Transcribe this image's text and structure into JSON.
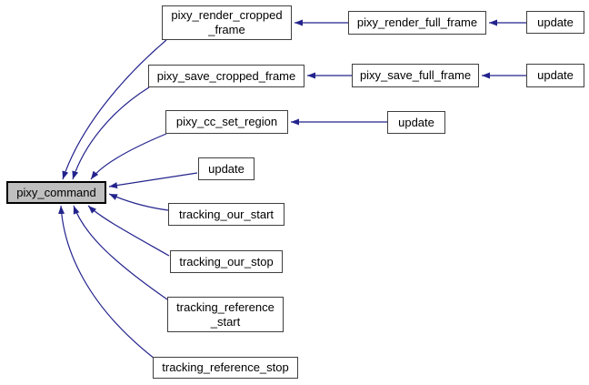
{
  "diagram": {
    "kind": "doxygen-caller-graph",
    "colors": {
      "bg": "#ffffff",
      "edge": "#23238d",
      "node_fill": "#ffffff",
      "node_border": "#3f3f3f",
      "highlight_fill": "#bfbfbf",
      "highlight_border": "#000000",
      "text": "#000000"
    },
    "nodes": [
      {
        "id": "pixy_command",
        "label": "pixy_command",
        "highlighted": true
      },
      {
        "id": "pixy_render_cropped_frame",
        "label": "pixy_render_cropped\n_frame",
        "highlighted": false
      },
      {
        "id": "pixy_save_cropped_frame",
        "label": "pixy_save_cropped_frame",
        "highlighted": false
      },
      {
        "id": "pixy_cc_set_region",
        "label": "pixy_cc_set_region",
        "highlighted": false
      },
      {
        "id": "update_caller_of_command",
        "label": "update",
        "highlighted": false
      },
      {
        "id": "tracking_our_start",
        "label": "tracking_our_start",
        "highlighted": false
      },
      {
        "id": "tracking_our_stop",
        "label": "tracking_our_stop",
        "highlighted": false
      },
      {
        "id": "tracking_reference_start",
        "label": "tracking_reference\n_start",
        "highlighted": false
      },
      {
        "id": "tracking_reference_stop",
        "label": "tracking_reference_stop",
        "highlighted": false
      },
      {
        "id": "pixy_render_full_frame",
        "label": "pixy_render_full_frame",
        "highlighted": false
      },
      {
        "id": "update_caller_of_render_full",
        "label": "update",
        "highlighted": false
      },
      {
        "id": "pixy_save_full_frame",
        "label": "pixy_save_full_frame",
        "highlighted": false
      },
      {
        "id": "update_caller_of_save_full",
        "label": "update",
        "highlighted": false
      },
      {
        "id": "update_caller_of_cc_set_region",
        "label": "update",
        "highlighted": false
      }
    ],
    "edges": [
      {
        "from": "pixy_render_cropped_frame",
        "to": "pixy_command"
      },
      {
        "from": "pixy_save_cropped_frame",
        "to": "pixy_command"
      },
      {
        "from": "pixy_cc_set_region",
        "to": "pixy_command"
      },
      {
        "from": "update_caller_of_command",
        "to": "pixy_command"
      },
      {
        "from": "tracking_our_start",
        "to": "pixy_command"
      },
      {
        "from": "tracking_our_stop",
        "to": "pixy_command"
      },
      {
        "from": "tracking_reference_start",
        "to": "pixy_command"
      },
      {
        "from": "tracking_reference_stop",
        "to": "pixy_command"
      },
      {
        "from": "pixy_render_full_frame",
        "to": "pixy_render_cropped_frame"
      },
      {
        "from": "update_caller_of_render_full",
        "to": "pixy_render_full_frame"
      },
      {
        "from": "pixy_save_full_frame",
        "to": "pixy_save_cropped_frame"
      },
      {
        "from": "update_caller_of_save_full",
        "to": "pixy_save_full_frame"
      },
      {
        "from": "update_caller_of_cc_set_region",
        "to": "pixy_cc_set_region"
      }
    ]
  }
}
